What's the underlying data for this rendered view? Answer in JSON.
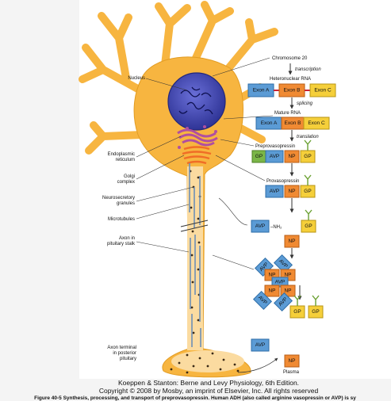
{
  "labels": {
    "nucleus": "Nucleus",
    "er": [
      "Endoplasmic",
      "reticulum"
    ],
    "golgi": [
      "Golgi",
      "complex"
    ],
    "granules": [
      "Neurosecretory",
      "granules"
    ],
    "microtubules": "Microtubules",
    "axon": [
      "Axon in",
      "pituitary stalk"
    ],
    "terminal": [
      "Axon terminal",
      "in posterior",
      "pituitary"
    ]
  },
  "pathway": {
    "chromosome": "Chromosome 20",
    "transcription": "transcription",
    "heteronuclear": "Heteronuclear RNA",
    "splicing": "splicing",
    "mature": "Mature RNA",
    "translation": "translation",
    "preprovasopressin": "Preprovasopressin",
    "provasopressin": "Provasopressin",
    "nh2": "–NH₂",
    "plasma": "Plasma"
  },
  "boxes": {
    "exon_a": "Exon A",
    "exon_b": "Exon B",
    "exon_c": "Exon C",
    "gp": "GP",
    "avp": "AVP",
    "np": "NP"
  },
  "credit": {
    "line1": "Koeppen & Stanton: Berne and Levy Physiology, 6th Edition.",
    "line2": "Copyright © 2008 by Mosby, an imprint of Elsevier, Inc. All rights reserved"
  },
  "caption": "Figure 40-5 Synthesis, processing, and transport of preprovasopressin. Human ADH (also called arginine vasopressin or AVP) is sy",
  "colors": {
    "neuron": "#f7b540",
    "nucleus": "#3a3fa8",
    "exon_blue": "#5b9bd5",
    "exon_orange": "#f08a33",
    "exon_yellow": "#f5cf3a",
    "gp_green": "#7ab648",
    "np_orange": "#f08a33",
    "er_purple": "#b04fa0"
  }
}
